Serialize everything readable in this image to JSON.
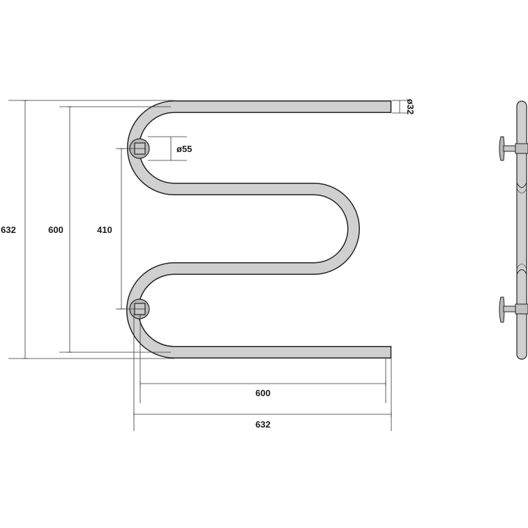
{
  "colors": {
    "tube_fill": "#d0d0d0",
    "tube_outline": "#222222",
    "mount_fill": "#b8b8b8",
    "dimension_line": "#333333",
    "text": "#1a1a1a",
    "background": "#ffffff"
  },
  "dimensions": {
    "total_height": "632",
    "inner_height": "600",
    "mount_spacing": "410",
    "tube_diameter": "32",
    "bend_diameter": "55",
    "inner_width": "600",
    "total_width": "632",
    "diameter_symbol": "ø"
  }
}
